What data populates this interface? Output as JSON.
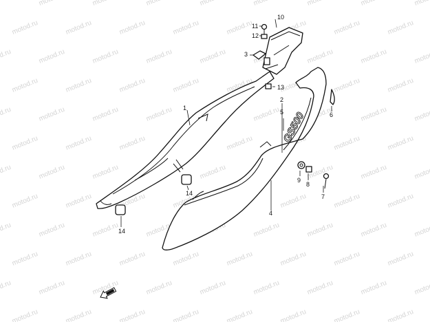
{
  "watermark": "motod.ru",
  "emblem_text": "GS500",
  "callouts": [
    "1",
    "2",
    "3",
    "4",
    "5",
    "6",
    "7",
    "8",
    "9",
    "10",
    "11",
    "12",
    "13",
    "14",
    "14"
  ],
  "colors": {
    "line": "#111111",
    "watermark": "#d4d4d4",
    "background": "#ffffff"
  },
  "icons": {
    "front_arrow": "arrow-icon"
  }
}
